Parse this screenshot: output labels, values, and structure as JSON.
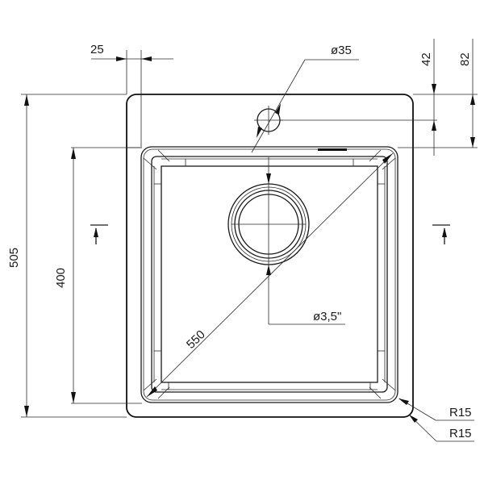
{
  "drawing": {
    "subject": "Square single-bowl kitchen sink, top view",
    "dimensions": {
      "edge_to_bowl": "25",
      "tap_hole_diameter": "ø35",
      "tap_hole_offset": "42",
      "bowl_offset_top": "82",
      "overall_height": "505",
      "bowl_height": "400",
      "bowl_diagonal": "550",
      "drain_diameter": "ø3,5\"",
      "radius_inner": "R15",
      "radius_outer": "R15"
    },
    "colors": {
      "line": "#1a1a1a",
      "background": "#ffffff"
    }
  }
}
